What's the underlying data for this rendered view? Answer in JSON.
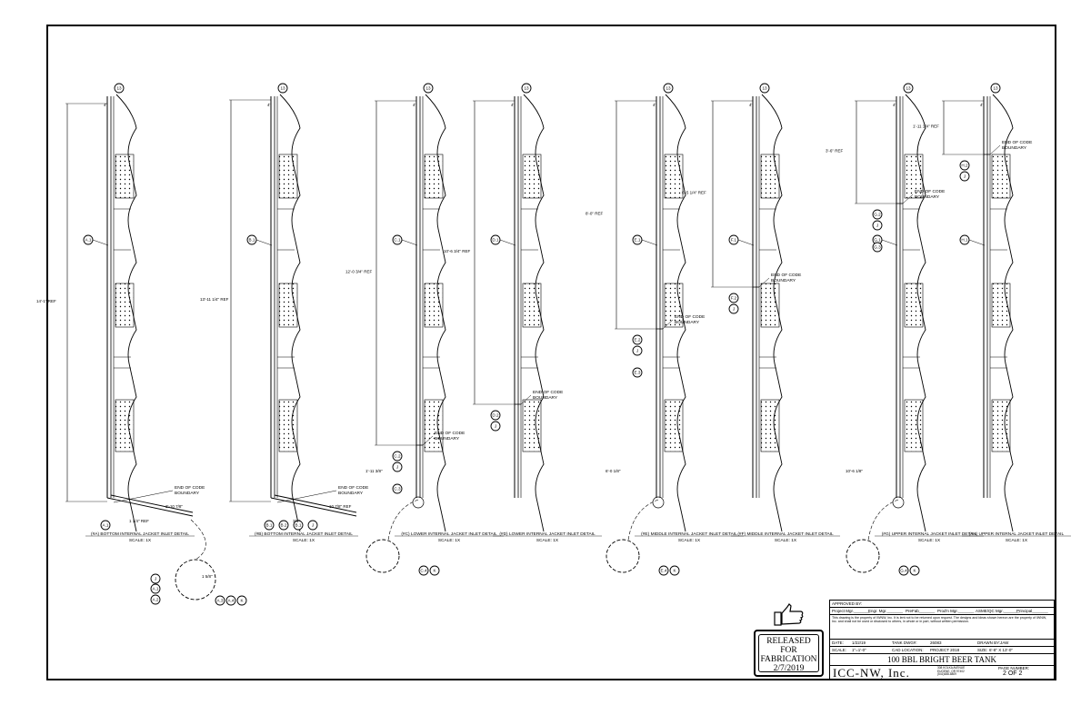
{
  "details": [
    {
      "id": "A",
      "caption": "(#A) BOTTOM INTERNAL JACKET INLET DETAIL",
      "scale": "SCALE: 1X",
      "top_callout": "13",
      "dim_small": "4\"",
      "dim_ref": "14'-1\" REF",
      "callouts": [
        "A.1",
        "A.1"
      ],
      "notes": [
        "END OF CODE",
        "BOUNDARY"
      ],
      "dims": [
        "1 1/4\" REF",
        "2'-10 7/8\"",
        "1 5/8\""
      ],
      "sub_callouts": [
        "J",
        "A.1",
        "A.2",
        "A.3",
        "A.4",
        "K"
      ]
    },
    {
      "id": "B",
      "caption": "(#B) BOTTOM INTERNAL JACKET INLET DETAIL",
      "scale": "SCALE: 1X",
      "top_callout": "13",
      "dim_small": "4\"",
      "dim_ref": "13'-11 1/4\" REF",
      "callouts": [
        "B.1",
        "B.1",
        "B.2",
        "B.1",
        "J"
      ],
      "notes": [
        "END OF CODE",
        "BOUNDARY"
      ],
      "dims": [
        "3/4\"",
        "10 7/8\" REF"
      ]
    },
    {
      "id": "C",
      "caption": "(#C) LOWER INTERNAL JACKET INLET DETAIL",
      "scale": "SCALE: 1X",
      "top_callout": "13",
      "dim_small": "4\"",
      "dim_ref": "12'-0 3/4\" REF",
      "callouts": [
        "C.1",
        "C.2",
        "J",
        "C.3"
      ],
      "notes": [
        "END OF CODE",
        "BOUNDARY"
      ],
      "dims": [
        "1'-11 3/8\""
      ],
      "sub_callouts": [
        "C.4",
        "K"
      ]
    },
    {
      "id": "D",
      "caption": "(#D) LOWER INTERNAL JACKET INLET DETAIL",
      "scale": "SCALE: 1X",
      "top_callout": "13",
      "dim_small": "4\"",
      "dim_ref": "10'-6 3/4\" REF",
      "callouts": [
        "D.1",
        "D.2",
        "J"
      ],
      "notes": [
        "END OF CODE",
        "BOUNDARY"
      ]
    },
    {
      "id": "E",
      "caption": "(#E) MIDDLE INTERNAL JACKET INLET DETAIL",
      "scale": "SCALE: 1X",
      "top_callout": "13",
      "dim_small": "4\"",
      "dim_ref": "8'-0\" REF",
      "callouts": [
        "E.1",
        "E.2",
        "J",
        "E.3"
      ],
      "notes": [
        "END OF CODE",
        "BOUNDARY"
      ],
      "dims": [
        "6'-0 1/8\""
      ],
      "sub_callouts": [
        "E.4",
        "K"
      ]
    },
    {
      "id": "F",
      "caption": "(#F) MIDDLE INTERNAL JACKET INLET DETAIL",
      "scale": "SCALE: 1X",
      "top_callout": "13",
      "dim_small": "4\"",
      "dim_ref": "6'-5 1/4\" REF",
      "callouts": [
        "F.1",
        "F.2",
        "J"
      ],
      "notes": [
        "END OF CODE",
        "BOUNDARY"
      ]
    },
    {
      "id": "G",
      "caption": "(#G) UPPER INTERNAL JACKET INLET DETAIL",
      "scale": "SCALE: 1X",
      "top_callout": "13",
      "dim_small": "4\"",
      "dim_ref": "3'-6\" REF",
      "callouts": [
        "G.1",
        "G.2",
        "J",
        "G.3"
      ],
      "notes": [
        "END OF CODE",
        "BOUNDARY"
      ],
      "dims": [
        "10'-6 1/8\""
      ],
      "sub_callouts": [
        "G.4",
        "K"
      ]
    },
    {
      "id": "H",
      "caption": "(#H) UPPER INTERNAL JACKET INLET DETAIL",
      "scale": "SCALE: 1X",
      "top_callout": "13",
      "dim_small": "4\"",
      "dim_ref": "1'-11 1/4\" REF",
      "callouts": [
        "H.1",
        "H.2",
        "J"
      ],
      "notes": [
        "END OF CODE",
        "BOUNDARY"
      ]
    }
  ],
  "stamp": {
    "lines": [
      "RELEASED",
      "FOR",
      "FABRICATION",
      "2/7/2019"
    ]
  },
  "title_block": {
    "approved_by": "APPROVED BY:",
    "roles": [
      "Project Mgr._______",
      "Engr. Mgr._______",
      "PreFab_______",
      "Prod'n Mgr._______",
      "ASME/QC Mgr._______",
      "Principal_______"
    ],
    "notice": "This drawing is the property of IWNW, Inc. It is lent not to be returned upon request. The designs and ideas shown hereon are the property of IWNW, Inc. and shall not be used or disclosed to others, in whole or in part, without written permission.",
    "date_label": "DATE:",
    "date": "1/22/19",
    "tank_label": "TANK DWG#:",
    "tank": "26083",
    "drawn_label": "DRAWN BY:",
    "drawn": "JAW",
    "scale_label": "SCALE:",
    "scale": "1\"=1'-0\"",
    "cad_label": "CAD LOCATION:",
    "cad": "PROJECT 2018",
    "size_label": "SIZE:",
    "size": "6'-8\" X 13'-0\"",
    "title": "100 BBL BRIGHT BEER TANK",
    "company": "ICC-NW, Inc.",
    "address": "308 KOLKA AVENUE EUGENE, OR 97402 (541)688-8809",
    "page_label": "PAGE NUMBER:",
    "page": "2 OF 2"
  }
}
